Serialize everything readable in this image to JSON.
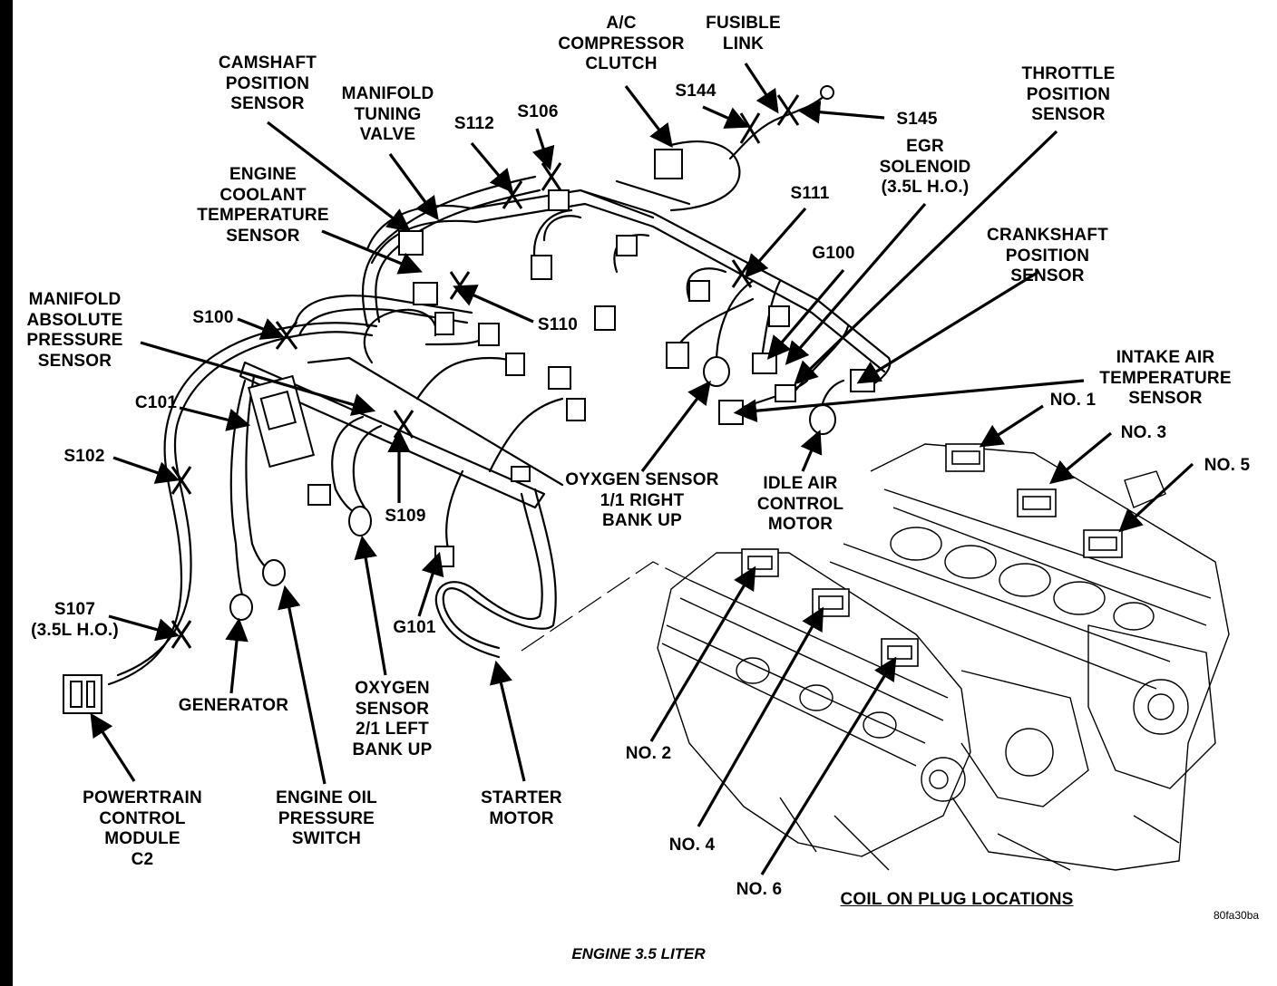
{
  "labels": {
    "ac_compressor_clutch": "A/C\nCOMPRESSOR\nCLUTCH",
    "fusible_link": "FUSIBLE\nLINK",
    "camshaft_position_sensor": "CAMSHAFT\nPOSITION\nSENSOR",
    "manifold_tuning_valve": "MANIFOLD\nTUNING\nVALVE",
    "s112": "S112",
    "s106": "S106",
    "s144": "S144",
    "s145": "S145",
    "throttle_position_sensor": "THROTTLE\nPOSITION\nSENSOR",
    "egr_solenoid": "EGR\nSOLENOID\n(3.5L H.O.)",
    "engine_coolant_temperature_sensor": "ENGINE\nCOOLANT\nTEMPERATURE\nSENSOR",
    "s111": "S111",
    "crankshaft_position_sensor": "CRANKSHAFT\nPOSITION\nSENSOR",
    "g100": "G100",
    "manifold_absolute_pressure_sensor": "MANIFOLD\nABSOLUTE\nPRESSURE\nSENSOR",
    "s100": "S100",
    "s110": "S110",
    "intake_air_temperature_sensor": "INTAKE AIR\nTEMPERATURE\nSENSOR",
    "c101": "C101",
    "no1": "NO. 1",
    "no3": "NO. 3",
    "no5": "NO. 5",
    "s102": "S102",
    "oxygen_sensor_right": "OYXGEN SENSOR\n1/1 RIGHT\nBANK UP",
    "idle_air_control_motor": "IDLE AIR\nCONTROL\nMOTOR",
    "s109": "S109",
    "s107": "S107\n(3.5L H.O.)",
    "g101": "G101",
    "generator": "GENERATOR",
    "oxygen_sensor_left": "OXYGEN\nSENSOR\n2/1 LEFT\nBANK UP",
    "no2": "NO. 2",
    "no4": "NO. 4",
    "no6": "NO. 6",
    "powertrain_control_module": "POWERTRAIN\nCONTROL\nMODULE\nC2",
    "engine_oil_pressure_switch": "ENGINE OIL\nPRESSURE\nSWITCH",
    "starter_motor": "STARTER\nMOTOR"
  },
  "section_title": "COIL ON PLUG LOCATIONS",
  "ref_code": "80fa30ba",
  "caption": "ENGINE 3.5 LITER"
}
